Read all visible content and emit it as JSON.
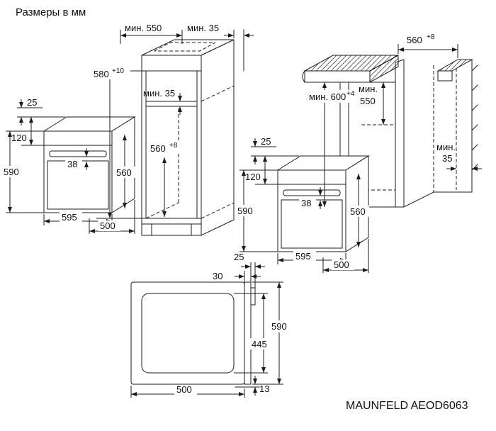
{
  "title": "Размеры в мм",
  "model": "MAUNFELD AEOD6063",
  "tall_cabinet": {
    "depth_min": "мин. 550",
    "gap_top": "мин. 35",
    "niche_height": "580",
    "niche_height_tol": "+10",
    "vent_gap": "мин. 35",
    "niche_width": "560",
    "niche_width_tol": "+8"
  },
  "base_cabinet": {
    "cutout_width": "560",
    "cutout_width_tol": "+8",
    "niche_height_label": "мин. 600",
    "niche_height_tol": "+4",
    "depth_min_label": "мин.",
    "depth_min_value": "550",
    "wall_gap_label": "мин.",
    "wall_gap_value": "35"
  },
  "oven": {
    "top_clearance": "25",
    "panel_height": "120",
    "height": "590",
    "handle_offset": "38",
    "body_height": "560",
    "width": "595",
    "body_width": "500"
  },
  "side_view": {
    "handle_depth": "25",
    "door_depth": "30",
    "height": "590",
    "cavity_height": "445",
    "depth": "500",
    "bottom_offset": "13"
  }
}
